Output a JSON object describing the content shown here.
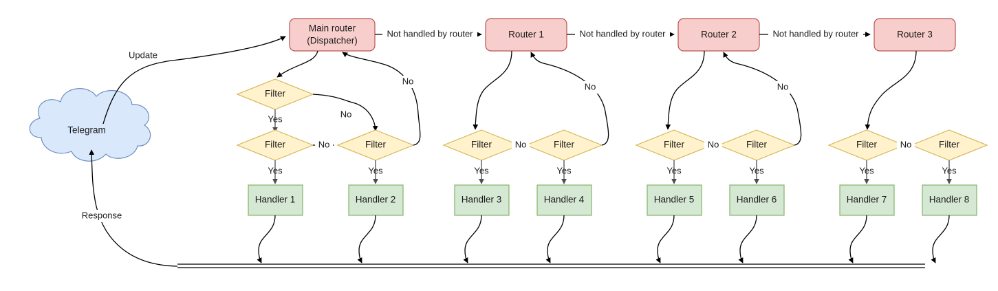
{
  "diagram": {
    "title": "Telegram bot dispatcher routing flow",
    "colors": {
      "router_fill": "#f8cecc",
      "router_stroke": "#b85450",
      "handler_fill": "#d5e8d4",
      "handler_stroke": "#82b366",
      "filter_fill": "#fff2cc",
      "filter_stroke": "#d6b656",
      "cloud_fill": "#dae8fc",
      "cloud_stroke": "#6c8ebf",
      "edge": "#000000",
      "background": "#ffffff"
    },
    "cloud": {
      "label": "Telegram"
    },
    "routers": [
      {
        "id": "main-router",
        "line1": "Main router",
        "line2": "(Dispatcher)"
      },
      {
        "id": "router-1",
        "line1": "Router 1",
        "line2": ""
      },
      {
        "id": "router-2",
        "line1": "Router 2",
        "line2": ""
      },
      {
        "id": "router-3",
        "line1": "Router 3",
        "line2": ""
      }
    ],
    "filters": [
      {
        "id": "filter-a",
        "label": "Filter"
      },
      {
        "id": "filter-1",
        "label": "Filter"
      },
      {
        "id": "filter-2",
        "label": "Filter"
      },
      {
        "id": "filter-3",
        "label": "Filter"
      },
      {
        "id": "filter-4",
        "label": "Filter"
      },
      {
        "id": "filter-5",
        "label": "Filter"
      },
      {
        "id": "filter-6",
        "label": "Filter"
      },
      {
        "id": "filter-7",
        "label": "Filter"
      },
      {
        "id": "filter-8",
        "label": "Filter"
      }
    ],
    "handlers": [
      {
        "id": "handler-1",
        "label": "Handler 1"
      },
      {
        "id": "handler-2",
        "label": "Handler 2"
      },
      {
        "id": "handler-3",
        "label": "Handler 3"
      },
      {
        "id": "handler-4",
        "label": "Handler 4"
      },
      {
        "id": "handler-5",
        "label": "Handler 5"
      },
      {
        "id": "handler-6",
        "label": "Handler 6"
      },
      {
        "id": "handler-7",
        "label": "Handler 7"
      },
      {
        "id": "handler-8",
        "label": "Handler 8"
      }
    ],
    "edge_labels": {
      "update": "Update",
      "response": "Response",
      "not_handled": "Not handled by router",
      "yes": "Yes",
      "no": "No"
    },
    "chain_labels": [
      "Not handled by router",
      "Not handled by router",
      "Not handled by router"
    ],
    "yes_labels": [
      "Yes",
      "Yes",
      "Yes",
      "Yes",
      "Yes",
      "Yes",
      "Yes",
      "Yes",
      "Yes"
    ],
    "no_labels": [
      "No",
      "No",
      "No",
      "No",
      "No",
      "No",
      "No",
      "No"
    ]
  }
}
